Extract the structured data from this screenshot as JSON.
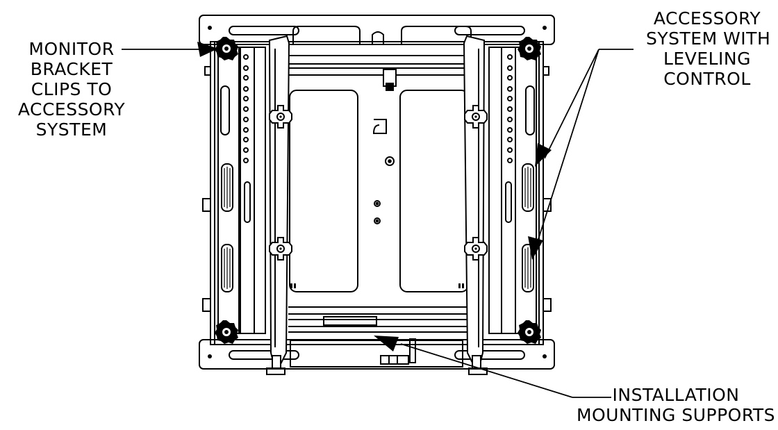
{
  "callouts": {
    "monitor_bracket": [
      "MONITOR",
      "BRACKET",
      "CLIPS TO",
      "ACCESSORY",
      "SYSTEM"
    ],
    "accessory_system": [
      "ACCESSORY",
      "SYSTEM WITH",
      "LEVELING",
      "CONTROL"
    ],
    "installation": [
      "INSTALLATION",
      "MOUNTING SUPPORTS"
    ]
  },
  "colors": {
    "line": "#000000",
    "background": "#ffffff"
  }
}
